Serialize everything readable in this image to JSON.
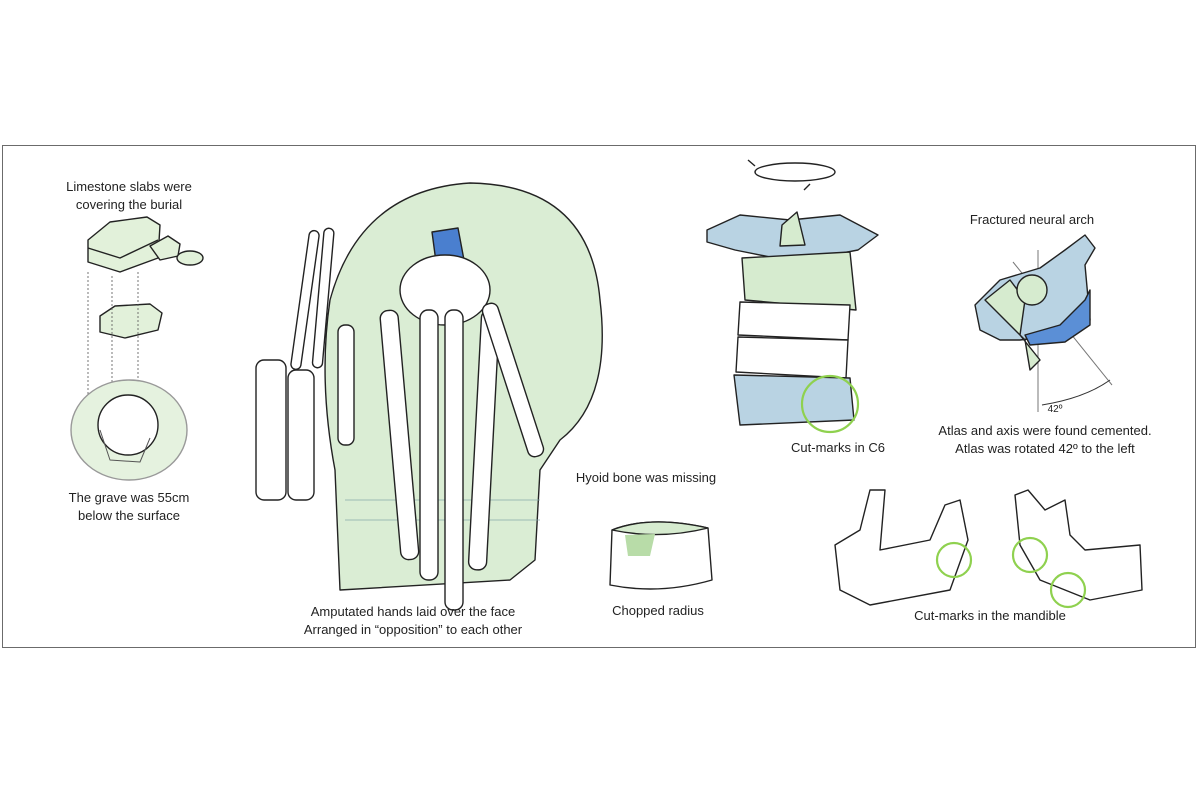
{
  "labels": {
    "slabs": [
      "Limestone slabs were",
      "covering the burial"
    ],
    "grave": [
      "The grave was 55cm",
      "below the surface"
    ],
    "hands": [
      "Amputated hands laid over the face",
      "Arranged in “opposition” to each other"
    ],
    "hyoid": "Hyoid bone was missing",
    "radius": "Chopped radius",
    "c6": "Cut-marks in C6",
    "arch": "Fractured neural arch",
    "atlas": [
      "Atlas and axis were found cemented.",
      "Atlas was rotated 42º to the left"
    ],
    "angle": "42º",
    "mandible": "Cut-marks in the mandible"
  },
  "colors": {
    "green": "#d6ebcf",
    "blue": "#b9d3e3",
    "dark_blue": "#5b8fd6",
    "ring": "#8fd14f",
    "outline": "#222222"
  }
}
